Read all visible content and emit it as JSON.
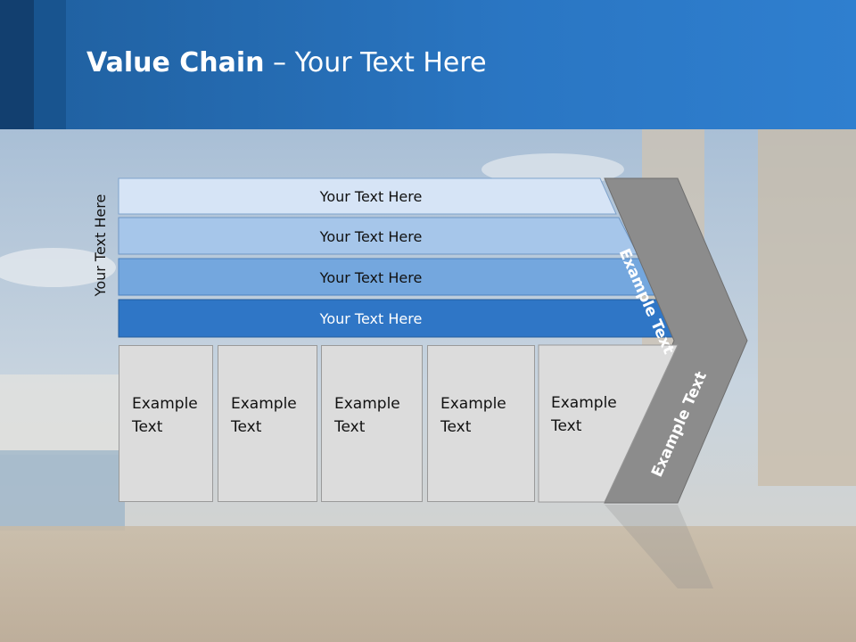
{
  "title": {
    "bold": "Value Chain",
    "rest": " – Your Text Here"
  },
  "side_label": "Your Text Here",
  "bands": [
    {
      "label": "Your Text Here",
      "color": "#d6e4f6"
    },
    {
      "label": "Your Text Here",
      "color": "#a6c6ea"
    },
    {
      "label": "Your Text Here",
      "color": "#74a7de"
    },
    {
      "label": "Your Text Here",
      "color": "#2f76c6"
    }
  ],
  "boxes": [
    {
      "line1": "Example",
      "line2": "Text"
    },
    {
      "line1": "Example",
      "line2": "Text"
    },
    {
      "line1": "Example",
      "line2": "Text"
    },
    {
      "line1": "Example",
      "line2": "Text"
    },
    {
      "line1": "Example",
      "line2": "Text"
    }
  ],
  "arrow_labels": {
    "upper": "Example Text",
    "lower": "Example Text"
  },
  "colors": {
    "header": "#2a76c3",
    "arrow": "#8c8c8c",
    "box": "#dcdcdc"
  }
}
